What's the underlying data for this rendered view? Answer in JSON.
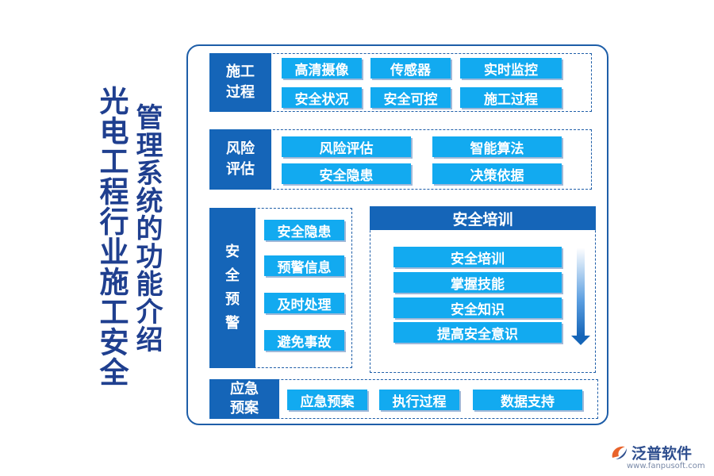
{
  "title": {
    "line1": "光电工程行业施工安全",
    "line2": "管理系统的功能介绍"
  },
  "sections": {
    "construction": {
      "label": "施工过程",
      "items": [
        "高清摄像",
        "传感器",
        "实时监控",
        "安全状况",
        "安全可控",
        "施工过程"
      ]
    },
    "risk": {
      "label": "风险评估",
      "items": [
        "风险评估",
        "智能算法",
        "安全隐患",
        "决策依据"
      ]
    },
    "warning": {
      "label": "安全预警",
      "items": [
        "安全隐患",
        "预警信息",
        "及时处理",
        "避免事故"
      ]
    },
    "training": {
      "header": "安全培训",
      "items": [
        "安全培训",
        "掌握技能",
        "安全知识",
        "提高安全意识"
      ]
    },
    "emergency": {
      "label": "应急预案",
      "items": [
        "应急预案",
        "执行过程",
        "数据支持"
      ]
    }
  },
  "logo": {
    "name": "泛普软件",
    "url": "www.fanpusoft.com",
    "mark_icon": "fanpu-logo-icon"
  },
  "colors": {
    "title": "#1f3f8f",
    "label_bg": "#1565b8",
    "chip_bg": "#12aaf0",
    "border": "#1e5ea8"
  }
}
